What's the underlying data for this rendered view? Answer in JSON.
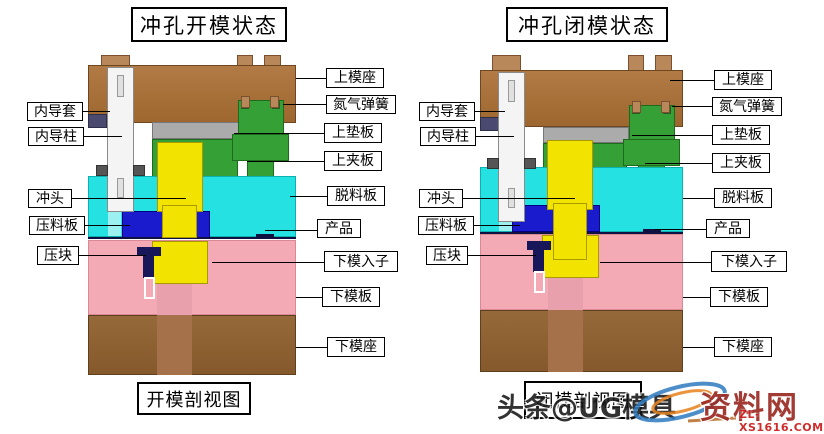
{
  "panels": [
    {
      "title": "冲孔开模状态",
      "caption": "开模剖视图",
      "labels_left": [
        "内导套",
        "内导柱",
        "冲头",
        "压料板",
        "压块"
      ],
      "labels_right": [
        "上模座",
        "氮气弹簧",
        "上垫板",
        "上夹板",
        "脱料板",
        "产品",
        "下模入子",
        "下模板",
        "下模座"
      ]
    },
    {
      "title": "冲孔闭模状态",
      "caption": "闭模剖视图",
      "labels_left": [
        "内导套",
        "内导柱",
        "冲头",
        "压料板",
        "压块"
      ],
      "labels_right": [
        "上模座",
        "氮气弹簧",
        "上垫板",
        "上夹板",
        "脱料板",
        "产品",
        "下模入子",
        "下模板",
        "下模座"
      ]
    }
  ],
  "watermark": {
    "byline": "头条@UG模具",
    "site_name": "资料网",
    "site_url": "ZL-XS1616.COM"
  },
  "colors": {
    "upper_die_base": "#A7703B",
    "lower_die_base": "#8E6134",
    "stripper_plate": "#25E1E1",
    "upper_clamp_plate": "#35A035",
    "nitrogen_spring": "#35A035",
    "upper_backing_plate": "#ABABAB",
    "punch": "#F2E300",
    "lower_die_insert": "#F2E300",
    "pressure_plate": "#1B1BCE",
    "pressure_block": "#17175A",
    "lower_die_plate": "#F3AAB4",
    "guide_pillar": "#F4F4F4",
    "watermark_site_color": "#9B2B23",
    "watermark_url_color": "#CC2222"
  }
}
